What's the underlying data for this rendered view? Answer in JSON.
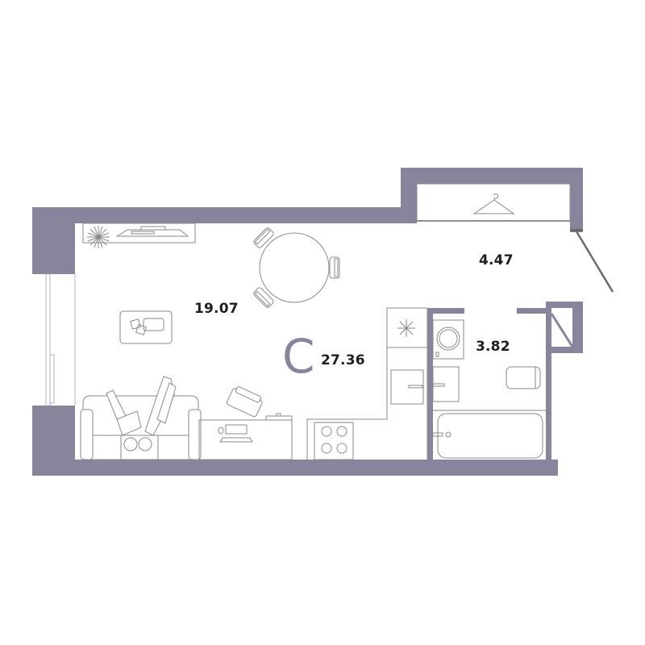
{
  "plan": {
    "apartment_type": "C",
    "total_area": "27.36",
    "rooms": [
      {
        "id": "living",
        "name": "living-kitchen",
        "area": "19.07"
      },
      {
        "id": "hall",
        "name": "hallway",
        "area": "4.47"
      },
      {
        "id": "bath",
        "name": "bathroom",
        "area": "3.82"
      }
    ]
  },
  "colors": {
    "wall": "#87849c",
    "furniture_stroke": "#8a8a8a",
    "label_text": "#1e1e1e"
  },
  "icons": [
    "plant-icon",
    "tv-unit-icon",
    "dining-table-icon",
    "coffee-table-icon",
    "sofa-icon",
    "people-icon",
    "desk-icon",
    "armchair-icon",
    "monitor-icon",
    "fridge-icon",
    "sink-icon",
    "stove-icon",
    "washing-machine-icon",
    "bathroom-sink-icon",
    "toilet-icon",
    "bathtub-icon",
    "hanger-icon",
    "entrance-door-icon",
    "window-icon",
    "shaft-icon"
  ]
}
